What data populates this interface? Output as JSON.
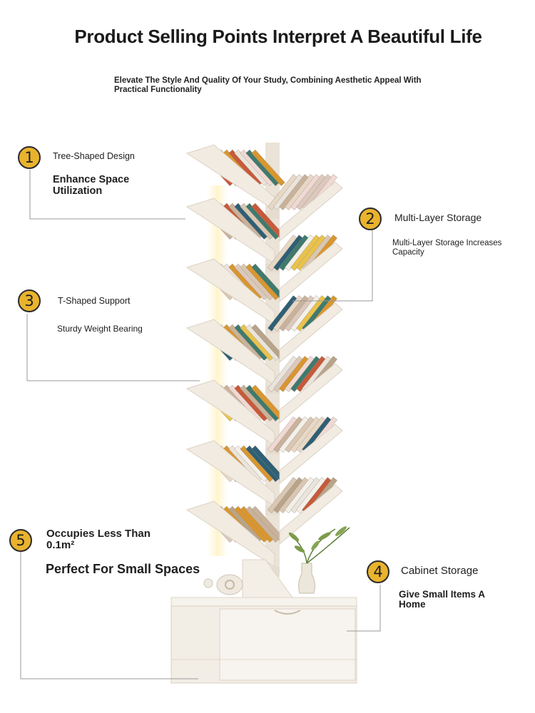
{
  "header": {
    "title": "Product Selling Points Interpret A Beautiful Life",
    "subtitle": "Elevate The Style And Quality Of Your Study, Combining Aesthetic Appeal With Practical Functionality"
  },
  "features": [
    {
      "number": "1",
      "title": "Tree-Shaped Design",
      "desc": "Enhance Space Utilization"
    },
    {
      "number": "2",
      "title": "Multi-Layer Storage",
      "desc": "Multi-Layer Storage Increases Capacity"
    },
    {
      "number": "3",
      "title": "T-Shaped Support",
      "desc": "Sturdy Weight Bearing"
    },
    {
      "number": "4",
      "title": "Cabinet Storage",
      "desc": "Give Small Items A Home"
    },
    {
      "number": "5",
      "title": "Occupies Less Than 0.1m²",
      "desc": "Perfect For Small Spaces"
    }
  ],
  "colors": {
    "badge": "#e9b32e",
    "shelf": "#f1ebe2",
    "leader_line": "#9a9a9a"
  }
}
